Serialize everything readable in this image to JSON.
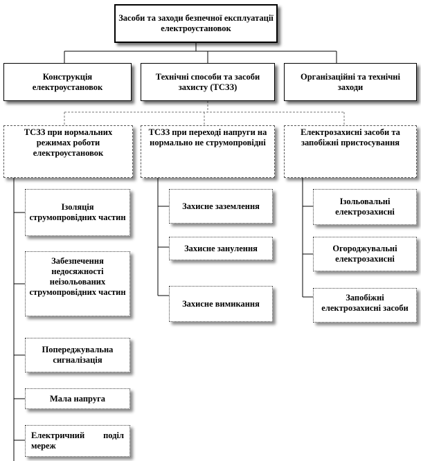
{
  "root": "Засоби та заходи безпечної експлуатації електроустановок",
  "level1": [
    "Конструкція електроустановок",
    "Технічні способи та засоби захисту (ТСЗЗ)",
    "Організаційні та технічні заходи"
  ],
  "level2": [
    "ТСЗЗ при нормальних режимах роботи електроустановок",
    "ТСЗЗ при переході напруги на нормально не струмопровідні",
    "Електрозахисні засоби та запобіжні пристосування"
  ],
  "col1_items": [
    "Ізоляція струмопровідних частин",
    "Забезпечення недосяжності неізольованих струмопровідних частин",
    "Попереджувальна сигналізація",
    "Мала напруга",
    "Електричний поділ мереж"
  ],
  "col2_items": [
    "Захисне заземлення",
    "Захисне занулення",
    "Захисне вимикання"
  ],
  "col3_items": [
    "Ізольовальні електрозахисні",
    "Огороджувальні електрозахисні",
    "Запобіжні електрозахисні засоби"
  ]
}
